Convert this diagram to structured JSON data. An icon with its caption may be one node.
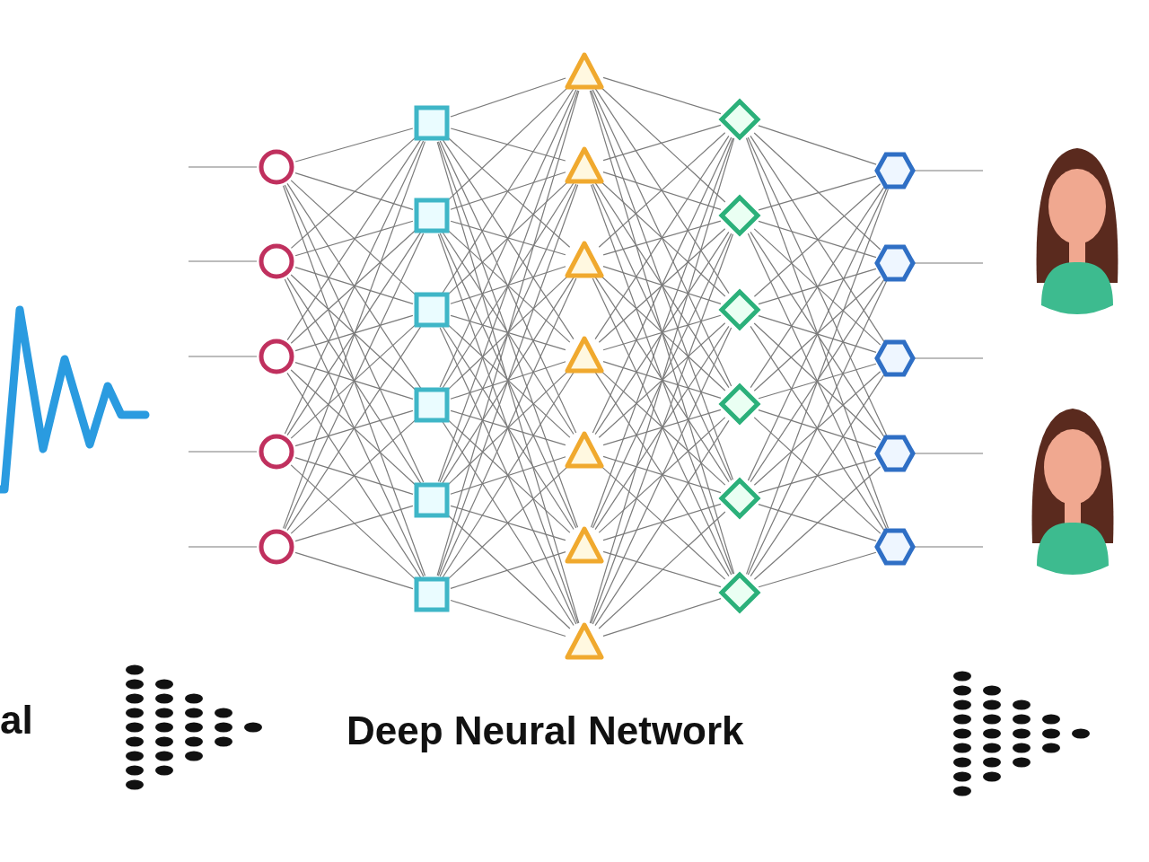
{
  "diagram": {
    "nodes": [
      {
        "text": [],
        "shape": "circle"
      },
      {
        "text": [],
        "shape": "circle"
      },
      {
        "text": [],
        "shape": "circle"
      },
      {
        "text": [],
        "shape": "circle"
      },
      {
        "text": [],
        "shape": "circle"
      },
      {
        "text": [],
        "shape": "box"
      },
      {
        "text": [],
        "shape": "box"
      },
      {
        "text": [],
        "shape": "box"
      },
      {
        "text": [],
        "shape": "box"
      },
      {
        "text": [],
        "shape": "box"
      },
      {
        "text": [],
        "shape": "box"
      },
      {
        "text": [],
        "shape": "triangle"
      },
      {
        "text": [],
        "shape": "triangle"
      },
      {
        "text": [],
        "shape": "triangle"
      },
      {
        "text": [],
        "shape": "triangle"
      },
      {
        "text": [],
        "shape": "triangle"
      },
      {
        "text": [],
        "shape": "triangle"
      },
      {
        "text": [],
        "shape": "triangle"
      },
      {
        "text": [],
        "shape": "diamond"
      },
      {
        "text": [],
        "shape": "diamond"
      },
      {
        "text": [],
        "shape": "diamond"
      },
      {
        "text": [],
        "shape": "diamond"
      },
      {
        "text": [],
        "shape": "diamond"
      },
      {
        "text": [],
        "shape": "diamond"
      },
      {
        "text": [],
        "shape": "hexagon"
      },
      {
        "text": [],
        "shape": "hexagon"
      },
      {
        "text": [],
        "shape": "hexagon"
      },
      {
        "text": [],
        "shape": "hexagon"
      },
      {
        "text": [],
        "shape": "hexagon"
      }
    ],
    "edges": [
      {
        "from": null,
        "to": 0,
        "arrow": "none"
      },
      {
        "from": null,
        "to": 1,
        "arrow": "none"
      },
      {
        "from": null,
        "to": 2,
        "arrow": "none"
      },
      {
        "from": null,
        "to": 3,
        "arrow": "none"
      },
      {
        "from": null,
        "to": 4,
        "arrow": "none"
      },
      {
        "from": 0,
        "to": 5,
        "arrow": "none"
      },
      {
        "from": 0,
        "to": 6,
        "arrow": "none"
      },
      {
        "from": 0,
        "to": 7,
        "arrow": "none"
      },
      {
        "from": 0,
        "to": 8,
        "arrow": "none"
      },
      {
        "from": 0,
        "to": 9,
        "arrow": "none"
      },
      {
        "from": 0,
        "to": 10,
        "arrow": "none"
      },
      {
        "from": 1,
        "to": 5,
        "arrow": "none"
      },
      {
        "from": 1,
        "to": 6,
        "arrow": "none"
      },
      {
        "from": 1,
        "to": 7,
        "arrow": "none"
      },
      {
        "from": 1,
        "to": 8,
        "arrow": "none"
      },
      {
        "from": 1,
        "to": 9,
        "arrow": "none"
      },
      {
        "from": 1,
        "to": 10,
        "arrow": "none"
      },
      {
        "from": 2,
        "to": 5,
        "arrow": "none"
      },
      {
        "from": 2,
        "to": 6,
        "arrow": "none"
      },
      {
        "from": 2,
        "to": 7,
        "arrow": "none"
      },
      {
        "from": 2,
        "to": 8,
        "arrow": "none"
      },
      {
        "from": 2,
        "to": 9,
        "arrow": "none"
      },
      {
        "from": 2,
        "to": 10,
        "arrow": "none"
      },
      {
        "from": 3,
        "to": 5,
        "arrow": "none"
      },
      {
        "from": 3,
        "to": 6,
        "arrow": "none"
      },
      {
        "from": 3,
        "to": 7,
        "arrow": "none"
      },
      {
        "from": 3,
        "to": 8,
        "arrow": "none"
      },
      {
        "from": 3,
        "to": 9,
        "arrow": "none"
      },
      {
        "from": 3,
        "to": 10,
        "arrow": "none"
      },
      {
        "from": 4,
        "to": 5,
        "arrow": "none"
      },
      {
        "from": 4,
        "to": 6,
        "arrow": "none"
      },
      {
        "from": 4,
        "to": 7,
        "arrow": "none"
      },
      {
        "from": 4,
        "to": 8,
        "arrow": "none"
      },
      {
        "from": 4,
        "to": 9,
        "arrow": "none"
      },
      {
        "from": 4,
        "to": 10,
        "arrow": "none"
      },
      {
        "from": 5,
        "to": 11,
        "arrow": "none"
      },
      {
        "from": 5,
        "to": 12,
        "arrow": "none"
      },
      {
        "from": 5,
        "to": 13,
        "arrow": "none"
      },
      {
        "from": 5,
        "to": 14,
        "arrow": "none"
      },
      {
        "from": 5,
        "to": 15,
        "arrow": "none"
      },
      {
        "from": 5,
        "to": 16,
        "arrow": "none"
      },
      {
        "from": 5,
        "to": 17,
        "arrow": "none"
      },
      {
        "from": 6,
        "to": 11,
        "arrow": "none"
      },
      {
        "from": 6,
        "to": 12,
        "arrow": "none"
      },
      {
        "from": 6,
        "to": 13,
        "arrow": "none"
      },
      {
        "from": 6,
        "to": 14,
        "arrow": "none"
      },
      {
        "from": 6,
        "to": 15,
        "arrow": "none"
      },
      {
        "from": 6,
        "to": 16,
        "arrow": "none"
      },
      {
        "from": 6,
        "to": 17,
        "arrow": "none"
      },
      {
        "from": 7,
        "to": 11,
        "arrow": "none"
      },
      {
        "from": 7,
        "to": 12,
        "arrow": "none"
      },
      {
        "from": 7,
        "to": 13,
        "arrow": "none"
      },
      {
        "from": 7,
        "to": 14,
        "arrow": "none"
      },
      {
        "from": 7,
        "to": 15,
        "arrow": "none"
      },
      {
        "from": 7,
        "to": 16,
        "arrow": "none"
      },
      {
        "from": 7,
        "to": 17,
        "arrow": "none"
      },
      {
        "from": 8,
        "to": 11,
        "arrow": "none"
      },
      {
        "from": 8,
        "to": 12,
        "arrow": "none"
      },
      {
        "from": 8,
        "to": 13,
        "arrow": "none"
      },
      {
        "from": 8,
        "to": 14,
        "arrow": "none"
      },
      {
        "from": 8,
        "to": 15,
        "arrow": "none"
      },
      {
        "from": 8,
        "to": 16,
        "arrow": "none"
      },
      {
        "from": 8,
        "to": 17,
        "arrow": "none"
      },
      {
        "from": 9,
        "to": 11,
        "arrow": "none"
      },
      {
        "from": 9,
        "to": 12,
        "arrow": "none"
      },
      {
        "from": 9,
        "to": 13,
        "arrow": "none"
      },
      {
        "from": 9,
        "to": 14,
        "arrow": "none"
      },
      {
        "from": 9,
        "to": 15,
        "arrow": "none"
      },
      {
        "from": 9,
        "to": 16,
        "arrow": "none"
      },
      {
        "from": 9,
        "to": 17,
        "arrow": "none"
      },
      {
        "from": 10,
        "to": 11,
        "arrow": "none"
      },
      {
        "from": 10,
        "to": 12,
        "arrow": "none"
      },
      {
        "from": 10,
        "to": 13,
        "arrow": "none"
      },
      {
        "from": 10,
        "to": 14,
        "arrow": "none"
      },
      {
        "from": 10,
        "to": 15,
        "arrow": "none"
      },
      {
        "from": 10,
        "to": 16,
        "arrow": "none"
      },
      {
        "from": 10,
        "to": 17,
        "arrow": "none"
      },
      {
        "from": 11,
        "to": 18,
        "arrow": "none"
      },
      {
        "from": 11,
        "to": 19,
        "arrow": "none"
      },
      {
        "from": 11,
        "to": 20,
        "arrow": "none"
      },
      {
        "from": 11,
        "to": 21,
        "arrow": "none"
      },
      {
        "from": 11,
        "to": 22,
        "arrow": "none"
      },
      {
        "from": 11,
        "to": 23,
        "arrow": "none"
      },
      {
        "from": 12,
        "to": 18,
        "arrow": "none"
      },
      {
        "from": 12,
        "to": 19,
        "arrow": "none"
      },
      {
        "from": 12,
        "to": 20,
        "arrow": "none"
      },
      {
        "from": 12,
        "to": 21,
        "arrow": "none"
      },
      {
        "from": 12,
        "to": 22,
        "arrow": "none"
      },
      {
        "from": 12,
        "to": 23,
        "arrow": "none"
      },
      {
        "from": 13,
        "to": 18,
        "arrow": "none"
      },
      {
        "from": 13,
        "to": 19,
        "arrow": "none"
      },
      {
        "from": 13,
        "to": 20,
        "arrow": "none"
      },
      {
        "from": 13,
        "to": 21,
        "arrow": "none"
      },
      {
        "from": 13,
        "to": 22,
        "arrow": "none"
      },
      {
        "from": 13,
        "to": 23,
        "arrow": "none"
      },
      {
        "from": 14,
        "to": 18,
        "arrow": "none"
      },
      {
        "from": 14,
        "to": 19,
        "arrow": "none"
      },
      {
        "from": 14,
        "to": 20,
        "arrow": "none"
      },
      {
        "from": 14,
        "to": 21,
        "arrow": "none"
      },
      {
        "from": 14,
        "to": 22,
        "arrow": "none"
      },
      {
        "from": 14,
        "to": 23,
        "arrow": "none"
      },
      {
        "from": 15,
        "to": 18,
        "arrow": "none"
      },
      {
        "from": 15,
        "to": 19,
        "arrow": "none"
      },
      {
        "from": 15,
        "to": 20,
        "arrow": "none"
      },
      {
        "from": 15,
        "to": 21,
        "arrow": "none"
      },
      {
        "from": 15,
        "to": 22,
        "arrow": "none"
      },
      {
        "from": 15,
        "to": 23,
        "arrow": "none"
      },
      {
        "from": 16,
        "to": 18,
        "arrow": "none"
      },
      {
        "from": 16,
        "to": 19,
        "arrow": "none"
      },
      {
        "from": 16,
        "to": 20,
        "arrow": "none"
      },
      {
        "from": 16,
        "to": 21,
        "arrow": "none"
      },
      {
        "from": 16,
        "to": 22,
        "arrow": "none"
      },
      {
        "from": 16,
        "to": 23,
        "arrow": "none"
      },
      {
        "from": 17,
        "to": 18,
        "arrow": "none"
      },
      {
        "from": 17,
        "to": 19,
        "arrow": "none"
      },
      {
        "from": 17,
        "to": 20,
        "arrow": "none"
      },
      {
        "from": 17,
        "to": 21,
        "arrow": "none"
      },
      {
        "from": 17,
        "to": 22,
        "arrow": "none"
      },
      {
        "from": 17,
        "to": 23,
        "arrow": "none"
      },
      {
        "from": 18,
        "to": 24,
        "arrow": "none"
      },
      {
        "from": 18,
        "to": 25,
        "arrow": "none"
      },
      {
        "from": 18,
        "to": 26,
        "arrow": "none"
      },
      {
        "from": 18,
        "to": 27,
        "arrow": "none"
      },
      {
        "from": 18,
        "to": 28,
        "arrow": "none"
      },
      {
        "from": 19,
        "to": 24,
        "arrow": "none"
      },
      {
        "from": 19,
        "to": 25,
        "arrow": "none"
      },
      {
        "from": 19,
        "to": 26,
        "arrow": "none"
      },
      {
        "from": 19,
        "to": 27,
        "arrow": "none"
      },
      {
        "from": 19,
        "to": 28,
        "arrow": "none"
      },
      {
        "from": 20,
        "to": 24,
        "arrow": "none"
      },
      {
        "from": 20,
        "to": 25,
        "arrow": "none"
      },
      {
        "from": 20,
        "to": 26,
        "arrow": "none"
      },
      {
        "from": 20,
        "to": 27,
        "arrow": "none"
      },
      {
        "from": 20,
        "to": 28,
        "arrow": "none"
      },
      {
        "from": 21,
        "to": 24,
        "arrow": "none"
      },
      {
        "from": 21,
        "to": 25,
        "arrow": "none"
      },
      {
        "from": 21,
        "to": 26,
        "arrow": "none"
      },
      {
        "from": 21,
        "to": 27,
        "arrow": "none"
      },
      {
        "from": 21,
        "to": 28,
        "arrow": "none"
      },
      {
        "from": 22,
        "to": 24,
        "arrow": "none"
      },
      {
        "from": 22,
        "to": 25,
        "arrow": "none"
      },
      {
        "from": 22,
        "to": 26,
        "arrow": "none"
      },
      {
        "from": 22,
        "to": 27,
        "arrow": "none"
      },
      {
        "from": 22,
        "to": 28,
        "arrow": "none"
      },
      {
        "from": 23,
        "to": 24,
        "arrow": "none"
      },
      {
        "from": 23,
        "to": 25,
        "arrow": "none"
      },
      {
        "from": 23,
        "to": 26,
        "arrow": "none"
      },
      {
        "from": 23,
        "to": 27,
        "arrow": "none"
      },
      {
        "from": 23,
        "to": 28,
        "arrow": "none"
      },
      {
        "from": 24,
        "to": null,
        "arrow": "none"
      },
      {
        "from": 25,
        "to": null,
        "arrow": "none"
      },
      {
        "from": 26,
        "to": null,
        "arrow": "none"
      },
      {
        "from": 27,
        "to": null,
        "arrow": "none"
      },
      {
        "from": 28,
        "to": null,
        "arrow": "none"
      }
    ],
    "title": "Deep Neural Network",
    "labels": [
      "al"
    ]
  }
}
